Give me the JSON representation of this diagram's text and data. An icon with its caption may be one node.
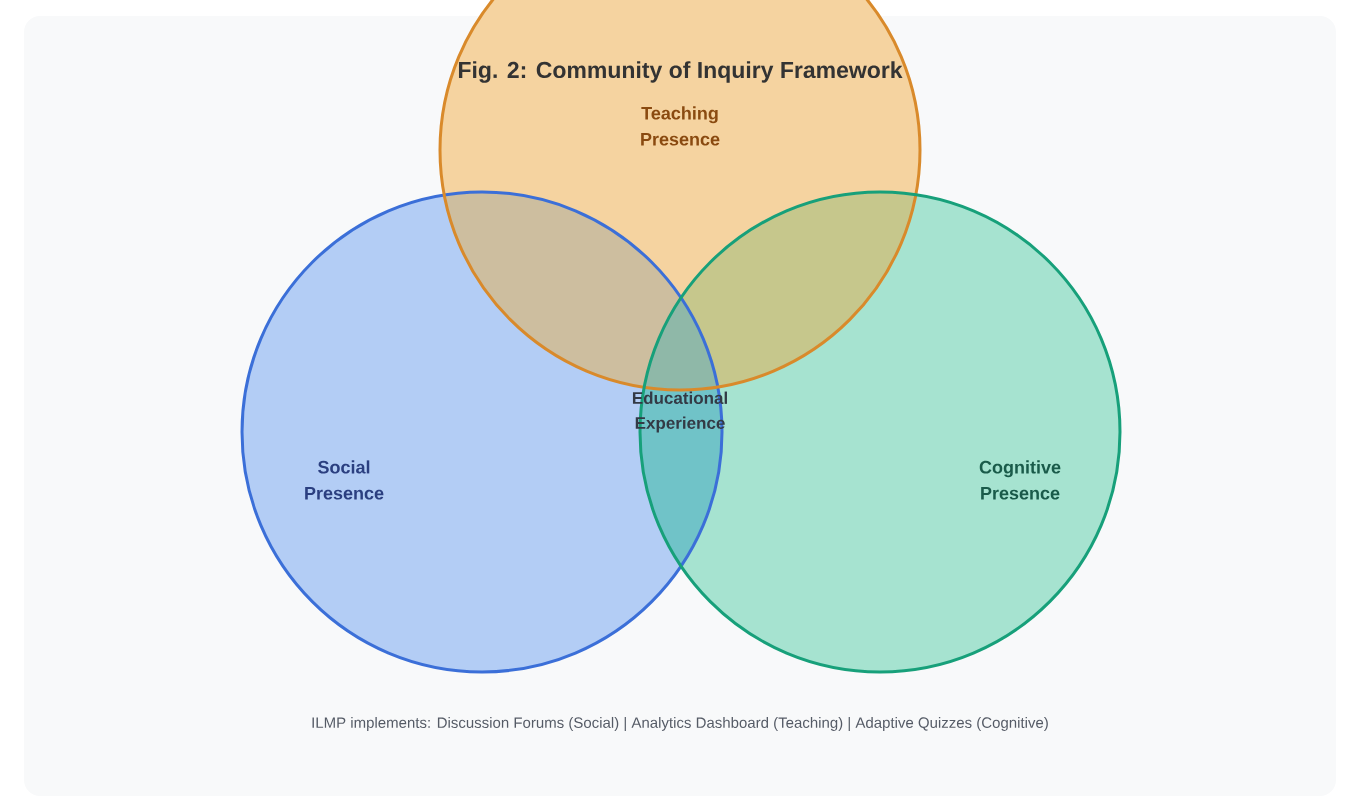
{
  "diagram": {
    "title": "Fig. 2: Community of Inquiry Framework",
    "caption": "ILMP implements: Discussion Forums (Social) | Analytics Dashboard (Teaching) | Adaptive Quizzes (Cognitive)",
    "nodes": [
      {
        "text": [
          "Teaching Presence"
        ]
      },
      {
        "text": [
          "Social Presence"
        ]
      },
      {
        "text": [
          "Cognitive Presence"
        ]
      }
    ],
    "labels": [
      "Educational Experience"
    ]
  }
}
